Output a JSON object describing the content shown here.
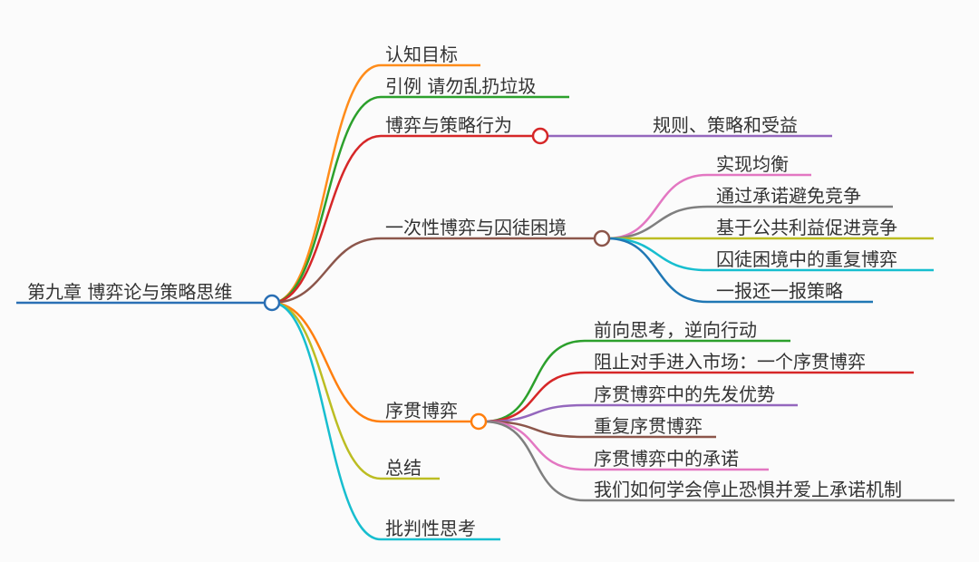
{
  "root": {
    "label": "第九章 博弈论与策略思维",
    "color": "#2a6fb4"
  },
  "branches": [
    {
      "label": "认知目标",
      "color": "#ff8c1a"
    },
    {
      "label": "引例 请勿乱扔垃圾",
      "color": "#2ca02c"
    },
    {
      "label": "博弈与策略行为",
      "color": "#d62728",
      "children": [
        {
          "label": "规则、策略和受益",
          "color": "#9467bd"
        }
      ]
    },
    {
      "label": "一次性博弈与囚徒困境",
      "color": "#8c564b",
      "children": [
        {
          "label": "实现均衡",
          "color": "#e377c2"
        },
        {
          "label": "通过承诺避免竞争",
          "color": "#7f7f7f"
        },
        {
          "label": "基于公共利益促进竞争",
          "color": "#bcbd22"
        },
        {
          "label": "囚徒困境中的重复博弈",
          "color": "#17becf"
        },
        {
          "label": "一报还一报策略",
          "color": "#1f77b4"
        }
      ]
    },
    {
      "label": "序贯博弈",
      "color": "#ff7f0e",
      "children": [
        {
          "label": "前向思考，逆向行动",
          "color": "#2ca02c"
        },
        {
          "label": "阻止对手进入市场：一个序贯博弈",
          "color": "#d62728"
        },
        {
          "label": "序贯博弈中的先发优势",
          "color": "#9467bd"
        },
        {
          "label": "重复序贯博弈",
          "color": "#8c564b"
        },
        {
          "label": "序贯博弈中的承诺",
          "color": "#e377c2"
        },
        {
          "label": "我们如何学会停止恐惧并爱上承诺机制",
          "color": "#7f7f7f"
        }
      ]
    },
    {
      "label": "总结",
      "color": "#bcbd22"
    },
    {
      "label": "批判性思考",
      "color": "#17becf"
    }
  ]
}
